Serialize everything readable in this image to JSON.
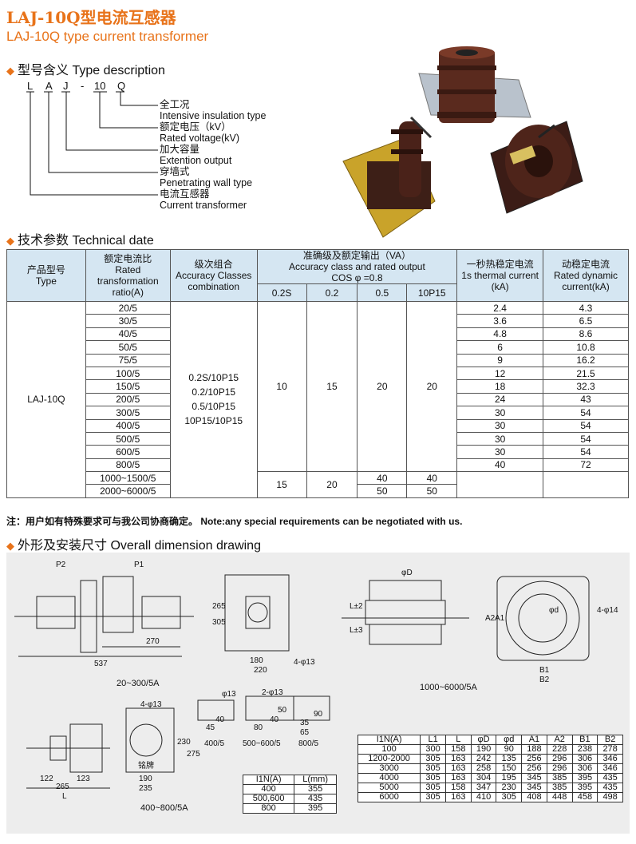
{
  "title": {
    "cn": "LAJ-10Q型电流互感器",
    "en": "LAJ-10Q type current transformer"
  },
  "type_description": {
    "heading": "型号含义 Type description",
    "code_letters": [
      "L",
      "A",
      "J",
      "-",
      "10",
      "Q"
    ],
    "items": [
      {
        "cn": "全工况",
        "en": "Intensive insulation type"
      },
      {
        "cn": "额定电压（kV）",
        "en": "Rated voltage(kV)"
      },
      {
        "cn": "加大容量",
        "en": "Extention output"
      },
      {
        "cn": "穿墙式",
        "en": "Penetrating wall type"
      },
      {
        "cn": "电流互感器",
        "en": "Current transformer"
      }
    ]
  },
  "technical": {
    "heading": "技术参数 Technical date",
    "headers": {
      "type_cn": "产品型号",
      "type_en": "Type",
      "ratio_cn": "额定电流比",
      "ratio_en": "Rated transformation ratio(A)",
      "classes_cn": "级次组合",
      "classes_en": "Accuracy Classes combination",
      "acc_cn": "准确级及额定输出（VA）",
      "acc_en": "Accuracy class and rated output",
      "acc_cos": "COS φ =0.8",
      "sub": [
        "0.2S",
        "0.2",
        "0.5",
        "10P15"
      ],
      "thermal_cn": "一秒热稳定电流",
      "thermal_en": "1s thermal current (kA)",
      "dynamic_cn": "动稳定电流",
      "dynamic_en": "Rated dynamic current(kA)"
    },
    "model": "LAJ-10Q",
    "classes": [
      "0.2S/10P15",
      "0.2/10P15",
      "0.5/10P15",
      "10P15/10P15"
    ],
    "rows": [
      {
        "ratio": "20/5",
        "thermal": "2.4",
        "dynamic": "4.3"
      },
      {
        "ratio": "30/5",
        "thermal": "3.6",
        "dynamic": "6.5"
      },
      {
        "ratio": "40/5",
        "thermal": "4.8",
        "dynamic": "8.6"
      },
      {
        "ratio": "50/5",
        "thermal": "6",
        "dynamic": "10.8"
      },
      {
        "ratio": "75/5",
        "thermal": "9",
        "dynamic": "16.2"
      },
      {
        "ratio": "100/5",
        "thermal": "12",
        "dynamic": "21.5"
      },
      {
        "ratio": "150/5",
        "thermal": "18",
        "dynamic": "32.3"
      },
      {
        "ratio": "200/5",
        "thermal": "24",
        "dynamic": "43"
      },
      {
        "ratio": "300/5",
        "thermal": "30",
        "dynamic": "54"
      },
      {
        "ratio": "400/5",
        "thermal": "30",
        "dynamic": "54"
      },
      {
        "ratio": "500/5",
        "thermal": "30",
        "dynamic": "54"
      },
      {
        "ratio": "600/5",
        "thermal": "30",
        "dynamic": "54"
      },
      {
        "ratio": "800/5",
        "thermal": "40",
        "dynamic": "72"
      }
    ],
    "group1_output": [
      "10",
      "15",
      "20",
      "20"
    ],
    "rows_big": [
      "1000~1500/5",
      "2000~6000/5"
    ],
    "group2_output": {
      "s02": "15",
      "a02": "20",
      "a05": [
        "40",
        "50"
      ],
      "p10": [
        "40",
        "50"
      ]
    }
  },
  "note": "注：用户如有特殊要求可与我公司协商确定。 Note:any special requirements can be negotiated with us.",
  "dimension": {
    "heading": "外形及安装尺寸 Overall dimension drawing",
    "caption_a": "20~300/5A",
    "caption_b": "1000~6000/5A",
    "caption_c": "400~800/5A",
    "labels": [
      "537",
      "270",
      "P2",
      "P1",
      "265",
      "305",
      "180",
      "220",
      "4-φ13",
      "φD",
      "L±2",
      "L±3",
      "φd",
      "A1",
      "A2",
      "B1",
      "B2",
      "4-φ14",
      "230",
      "275",
      "190",
      "235",
      "122",
      "123",
      "265",
      "L",
      "φ13",
      "2-φ13",
      "40",
      "45",
      "80",
      "90",
      "50",
      "40",
      "35",
      "65",
      "400/5",
      "500~600/5",
      "800/5",
      "铭牌",
      "4-φ13"
    ],
    "small_table": {
      "headers": [
        "I1N(A)",
        "L(mm)"
      ],
      "rows": [
        [
          "400",
          "355"
        ],
        [
          "500,600",
          "435"
        ],
        [
          "800",
          "395"
        ]
      ]
    },
    "big_table": {
      "headers": [
        "I1N(A)",
        "L1",
        "L",
        "φD",
        "φd",
        "A1",
        "A2",
        "B1",
        "B2"
      ],
      "rows": [
        [
          "100",
          "300",
          "158",
          "190",
          "90",
          "188",
          "228",
          "238",
          "278"
        ],
        [
          "1200-2000",
          "305",
          "163",
          "242",
          "135",
          "256",
          "296",
          "306",
          "346"
        ],
        [
          "3000",
          "305",
          "163",
          "258",
          "150",
          "256",
          "296",
          "306",
          "346"
        ],
        [
          "4000",
          "305",
          "163",
          "304",
          "195",
          "345",
          "385",
          "395",
          "435"
        ],
        [
          "5000",
          "305",
          "158",
          "347",
          "230",
          "345",
          "385",
          "395",
          "435"
        ],
        [
          "6000",
          "305",
          "163",
          "410",
          "305",
          "408",
          "448",
          "458",
          "498"
        ]
      ]
    }
  }
}
